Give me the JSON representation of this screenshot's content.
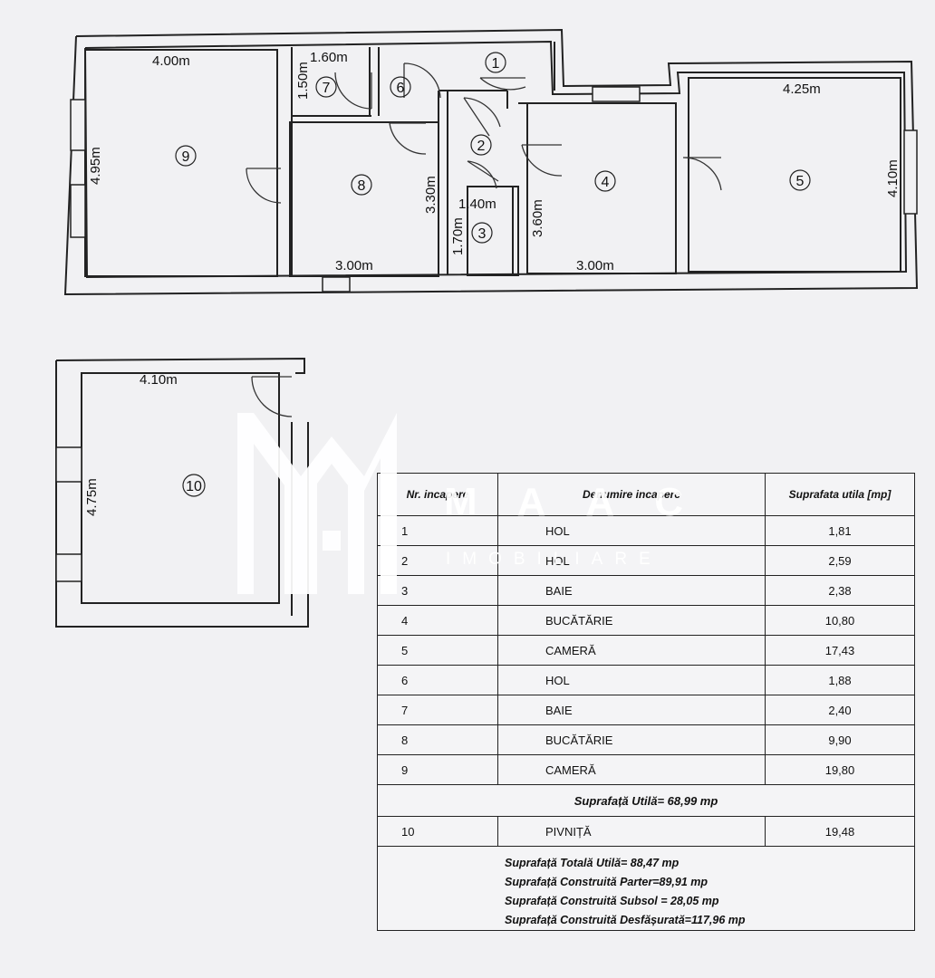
{
  "dimensions": {
    "r9_w": "4.00m",
    "r9_h": "4.95m",
    "r7_w": "1.60m",
    "r7_h": "1.50m",
    "r5_w": "4.25m",
    "r5_h": "4.10m",
    "r8_w": "3.00m",
    "r8_h": "3.30m",
    "r3_w": "1.40m",
    "r3_h": "1.70m",
    "r4_w": "3.00m",
    "r4_h": "3.60m",
    "r10_w": "4.10m",
    "r10_h": "4.75m"
  },
  "room_markers": [
    "1",
    "2",
    "3",
    "4",
    "5",
    "6",
    "7",
    "8",
    "9",
    "10"
  ],
  "watermark": {
    "brand": "MAAC",
    "sub": "IMOBILIARE"
  },
  "table": {
    "headers": [
      "Nr. incapere",
      "Denumire incapere",
      "Suprafata utila [mp]"
    ],
    "rows": [
      {
        "nr": "1",
        "name": "HOL",
        "area": "1,81"
      },
      {
        "nr": "2",
        "name": "HOL",
        "area": "2,59"
      },
      {
        "nr": "3",
        "name": "BAIE",
        "area": "2,38"
      },
      {
        "nr": "4",
        "name": "BUCĂTĂRIE",
        "area": "10,80"
      },
      {
        "nr": "5",
        "name": "CAMERĂ",
        "area": "17,43"
      },
      {
        "nr": "6",
        "name": "HOL",
        "area": "1,88"
      },
      {
        "nr": "7",
        "name": "BAIE",
        "area": "2,40"
      },
      {
        "nr": "8",
        "name": "BUCĂTĂRIE",
        "area": "9,90"
      },
      {
        "nr": "9",
        "name": "CAMERĂ",
        "area": "19,80"
      }
    ],
    "subtotal": "Suprafață Utilă= 68,99 mp",
    "basement": {
      "nr": "10",
      "name": "PIVNIȚĂ",
      "area": "19,48"
    },
    "totals": [
      "Suprafață Totală Utilă= 88,47 mp",
      "Suprafață Construită Parter=89,91 mp",
      "Suprafață Construită Subsol = 28,05 mp",
      "Suprafață Construită Desfășurată=117,96 mp"
    ]
  }
}
